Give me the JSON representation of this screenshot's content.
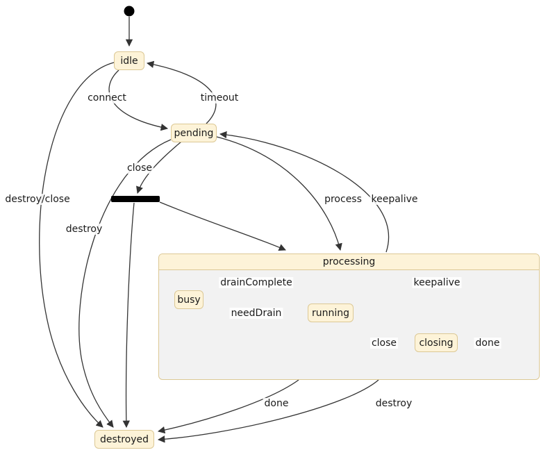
{
  "diagram": {
    "type": "state-diagram",
    "states": {
      "idle": {
        "label": "idle"
      },
      "pending": {
        "label": "pending"
      },
      "processing": {
        "label": "processing"
      },
      "busy": {
        "label": "busy"
      },
      "running": {
        "label": "running"
      },
      "closing": {
        "label": "closing"
      },
      "destroyed": {
        "label": "destroyed"
      }
    },
    "edges": {
      "connect": {
        "label": "connect",
        "from": "idle",
        "to": "pending"
      },
      "timeout": {
        "label": "timeout",
        "from": "pending",
        "to": "idle"
      },
      "close_fork": {
        "label": "close",
        "from": "pending",
        "to": "fork"
      },
      "destroy_close": {
        "label": "destroy/close",
        "from": "idle",
        "to": "destroyed"
      },
      "destroy_left": {
        "label": "destroy",
        "from": "pending",
        "to": "destroyed"
      },
      "process": {
        "label": "process",
        "from": "pending",
        "to": "processing"
      },
      "keepalive_outer": {
        "label": "keepalive",
        "from": "processing",
        "to": "pending"
      },
      "drain_complete": {
        "label": "drainComplete",
        "from": "busy",
        "to": "running"
      },
      "need_drain": {
        "label": "needDrain",
        "from": "running",
        "to": "busy"
      },
      "keepalive_inner": {
        "label": "keepalive",
        "from": "running",
        "to": "exit"
      },
      "close_inner": {
        "label": "close",
        "from": "running",
        "to": "closing"
      },
      "done_inner": {
        "label": "done",
        "from": "closing",
        "to": "exit"
      },
      "done_bottom": {
        "label": "done",
        "from": "processing",
        "to": "destroyed"
      },
      "destroy_bottom": {
        "label": "destroy",
        "from": "processing",
        "to": "destroyed"
      }
    },
    "colors": {
      "state_fill": "#fdf3d8",
      "state_border": "#dcc894",
      "composite_body": "#f2f2f2",
      "line": "#333333",
      "text": "#1a1a1a"
    }
  }
}
